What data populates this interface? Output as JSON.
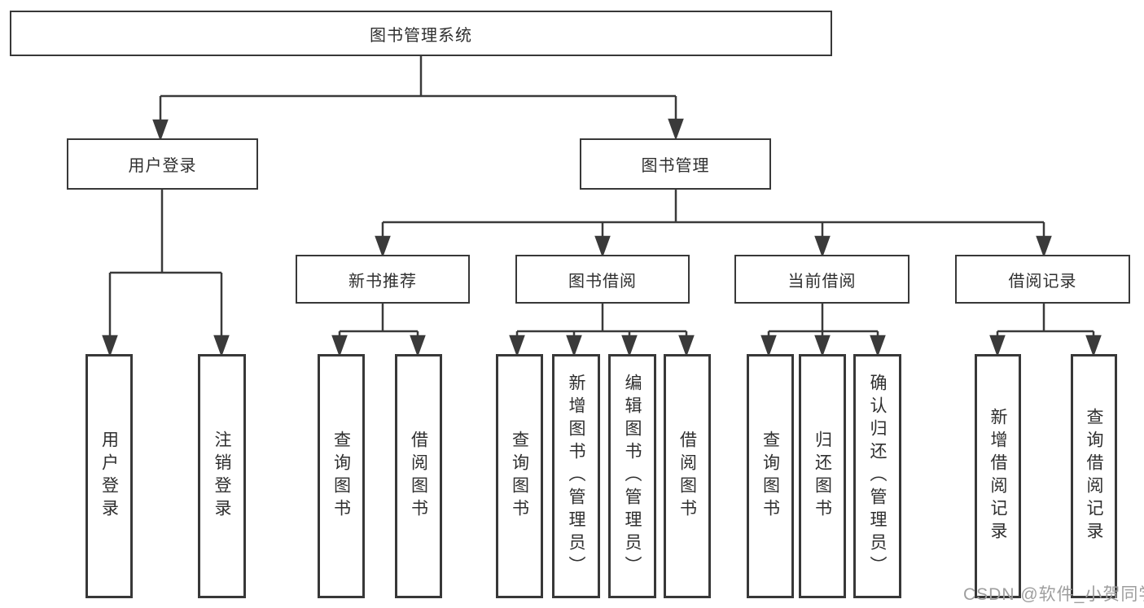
{
  "tree": {
    "label": "图书管理系统",
    "children": [
      {
        "label": "用户登录",
        "children": [
          {
            "label": "用户登录"
          },
          {
            "label": "注销登录"
          }
        ]
      },
      {
        "label": "图书管理",
        "children": [
          {
            "label": "新书推荐",
            "children": [
              {
                "label": "查询图书"
              },
              {
                "label": "借阅图书"
              }
            ]
          },
          {
            "label": "图书借阅",
            "children": [
              {
                "label": "查询图书"
              },
              {
                "label": "新增图书（管理员）"
              },
              {
                "label": "编辑图书（管理员）"
              },
              {
                "label": "借阅图书"
              }
            ]
          },
          {
            "label": "当前借阅",
            "children": [
              {
                "label": "查询图书"
              },
              {
                "label": "归还图书"
              },
              {
                "label": "确认归还（管理员）"
              }
            ]
          },
          {
            "label": "借阅记录",
            "children": [
              {
                "label": "新增借阅记录"
              },
              {
                "label": "查询借阅记录"
              }
            ]
          }
        ]
      }
    ]
  },
  "watermark": {
    "text": "CSDN @软件_小贺同学"
  },
  "colors": {
    "line": "#3a3a3a",
    "border": "#383838",
    "text": "#2f2f2f",
    "watermark": "#9e9e9e",
    "background": "#ffffff"
  }
}
